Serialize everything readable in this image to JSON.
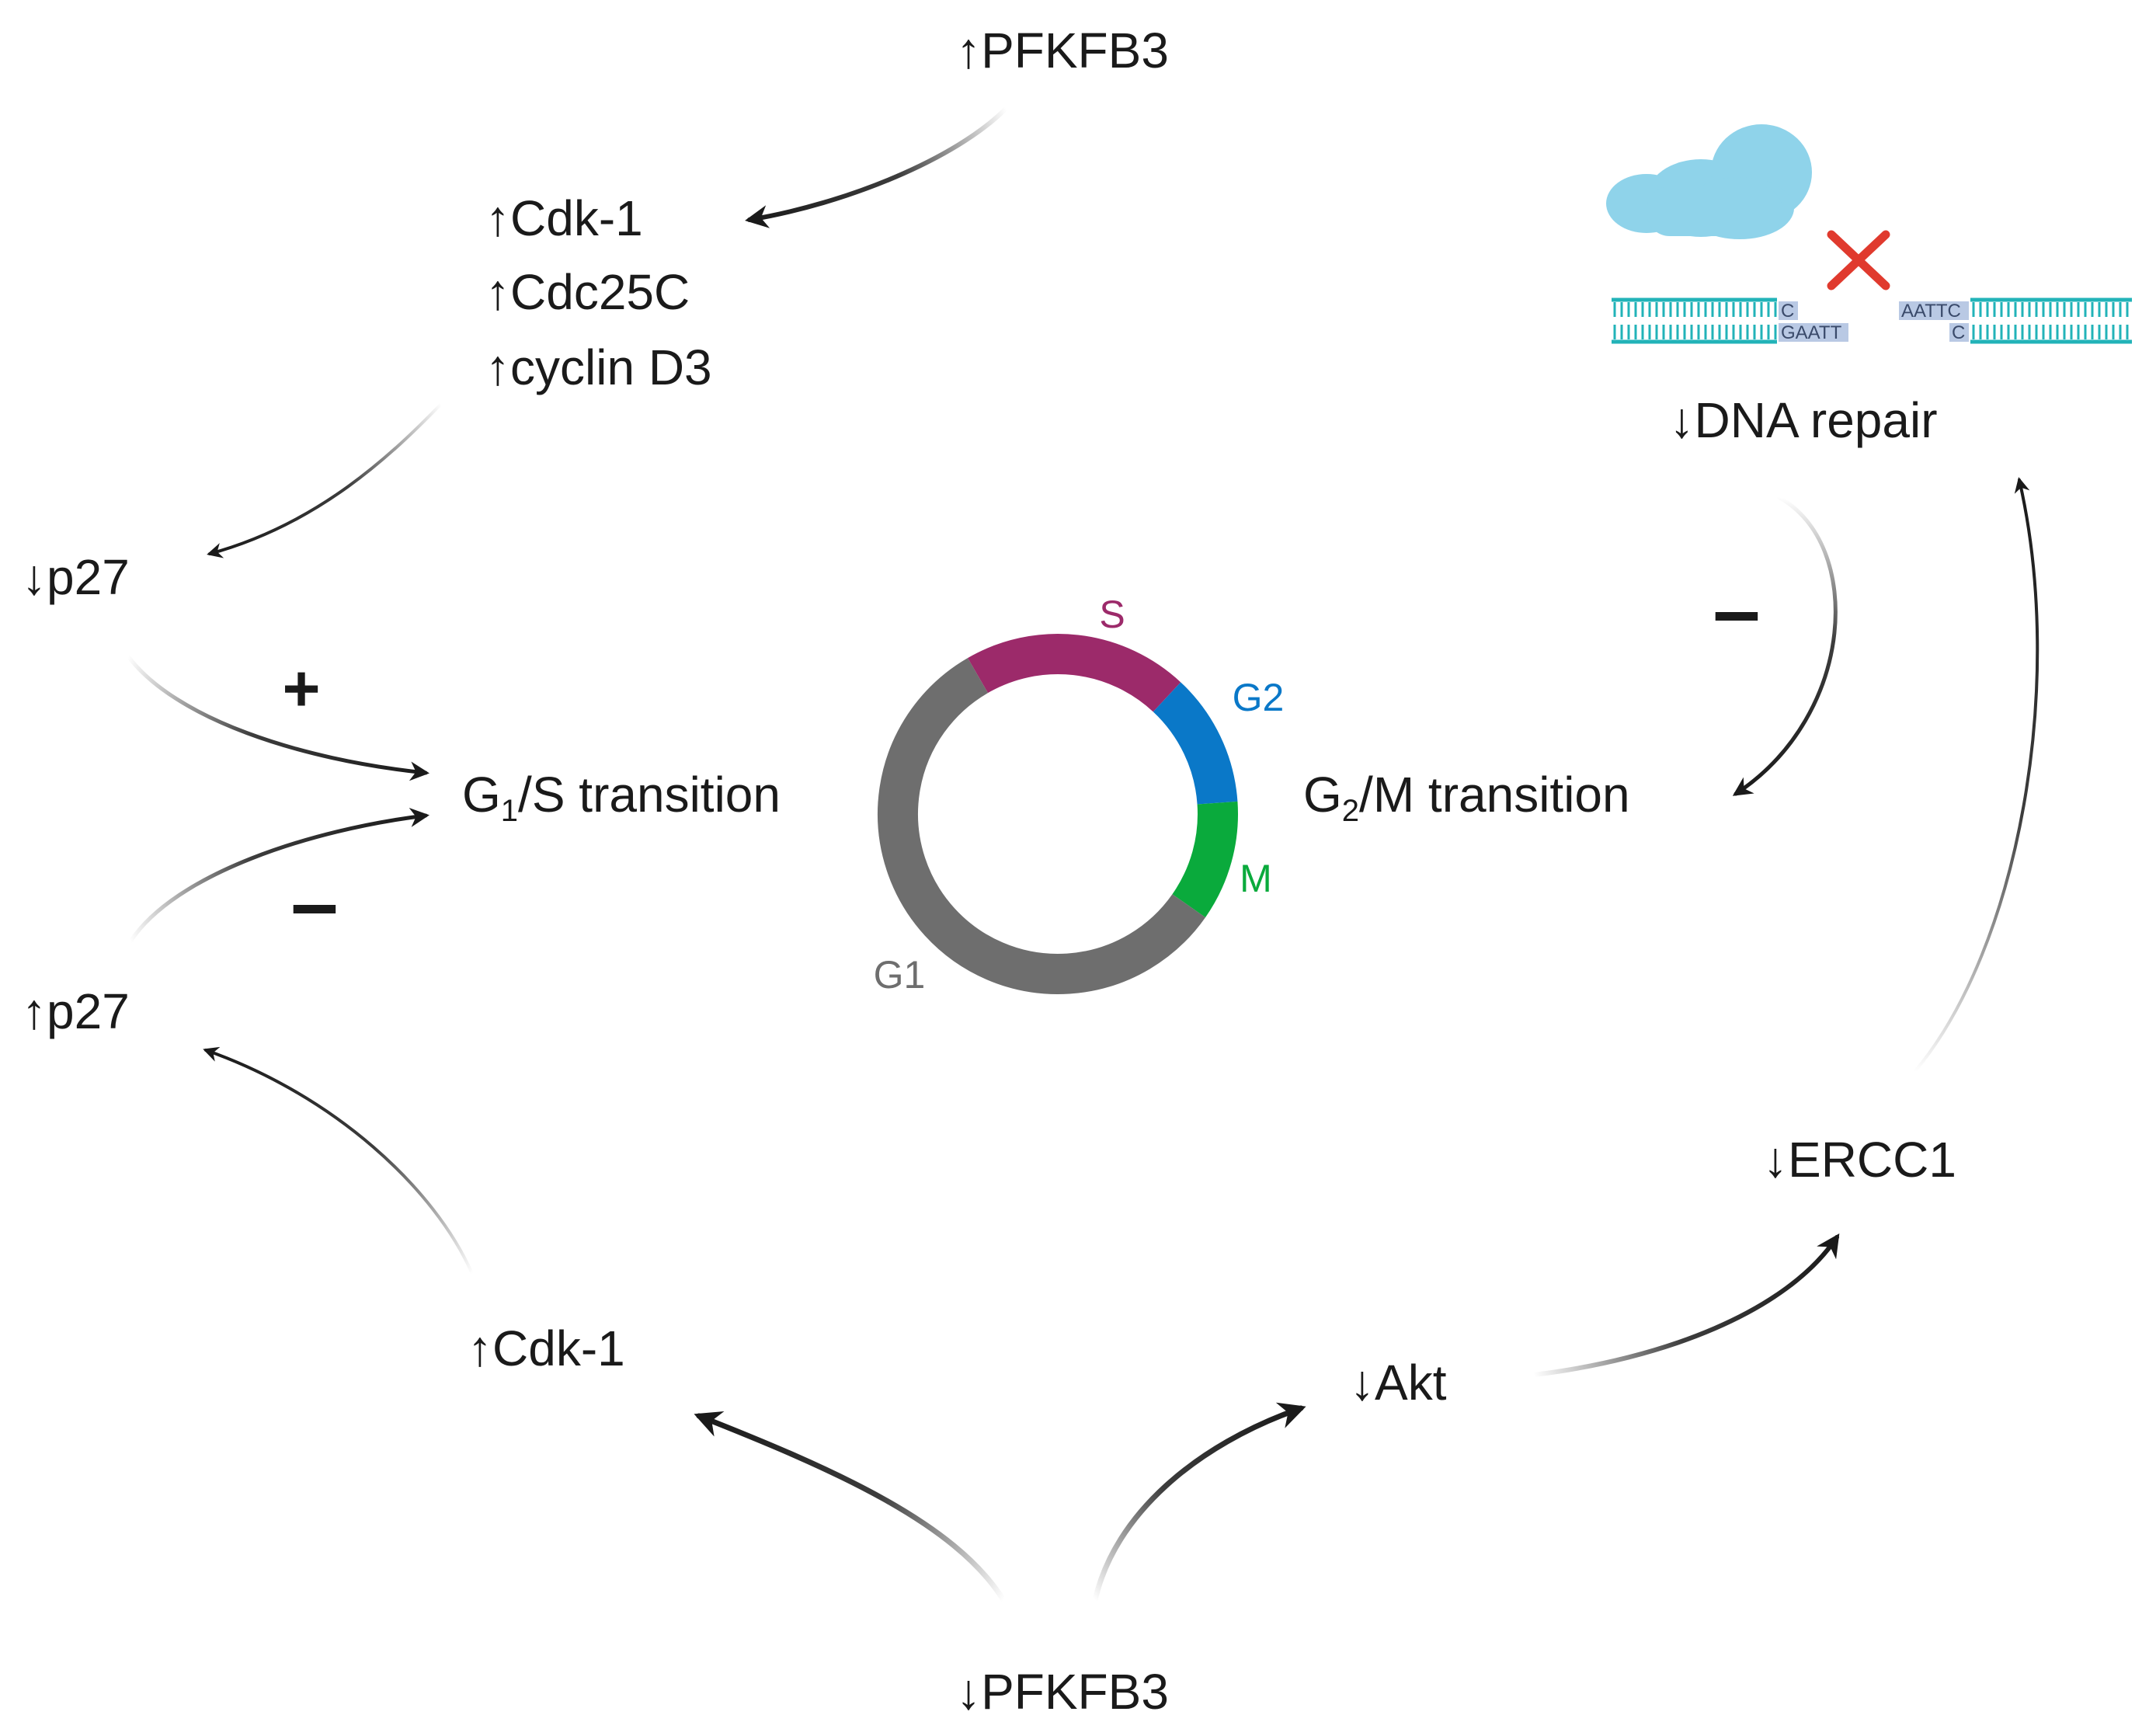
{
  "arrows": {
    "up": "↑",
    "down": "↓"
  },
  "nodes": {
    "top_pfkfb3": "PFKFB3",
    "cdk1_top": "Cdk-1",
    "cdc25c": "Cdc25C",
    "cyclin_d3": "cyclin D3",
    "p27_down": "p27",
    "p27_up": "p27",
    "g1s_prefix": "G",
    "g1s_sub": "1",
    "g1s_suffix": "/S transition",
    "g2m_prefix": "G",
    "g2m_sub": "2",
    "g2m_suffix": "/M transition",
    "dna_repair": "DNA repair",
    "ercc1": "ERCC1",
    "cdk1_bottom": "Cdk-1",
    "akt": "Akt",
    "bottom_pfkfb3": "PFKFB3"
  },
  "signs": {
    "plus": "+",
    "minus_left": "–",
    "minus_right": "–"
  },
  "cell_cycle": {
    "phases": [
      {
        "label": "S",
        "color": "#9c2a6a"
      },
      {
        "label": "G2",
        "color": "#0a78c8"
      },
      {
        "label": "M",
        "color": "#0aaa3c"
      },
      {
        "label": "G1",
        "color": "#6e6e6e"
      }
    ]
  },
  "dna": {
    "left_top": "C",
    "left_bottom": "GAATT",
    "right_top": "AATTC",
    "right_bottom": "C",
    "strand_color": "#22b3b8",
    "cloud_color": "#8fd3ea",
    "cross_color": "#e03a2e"
  }
}
